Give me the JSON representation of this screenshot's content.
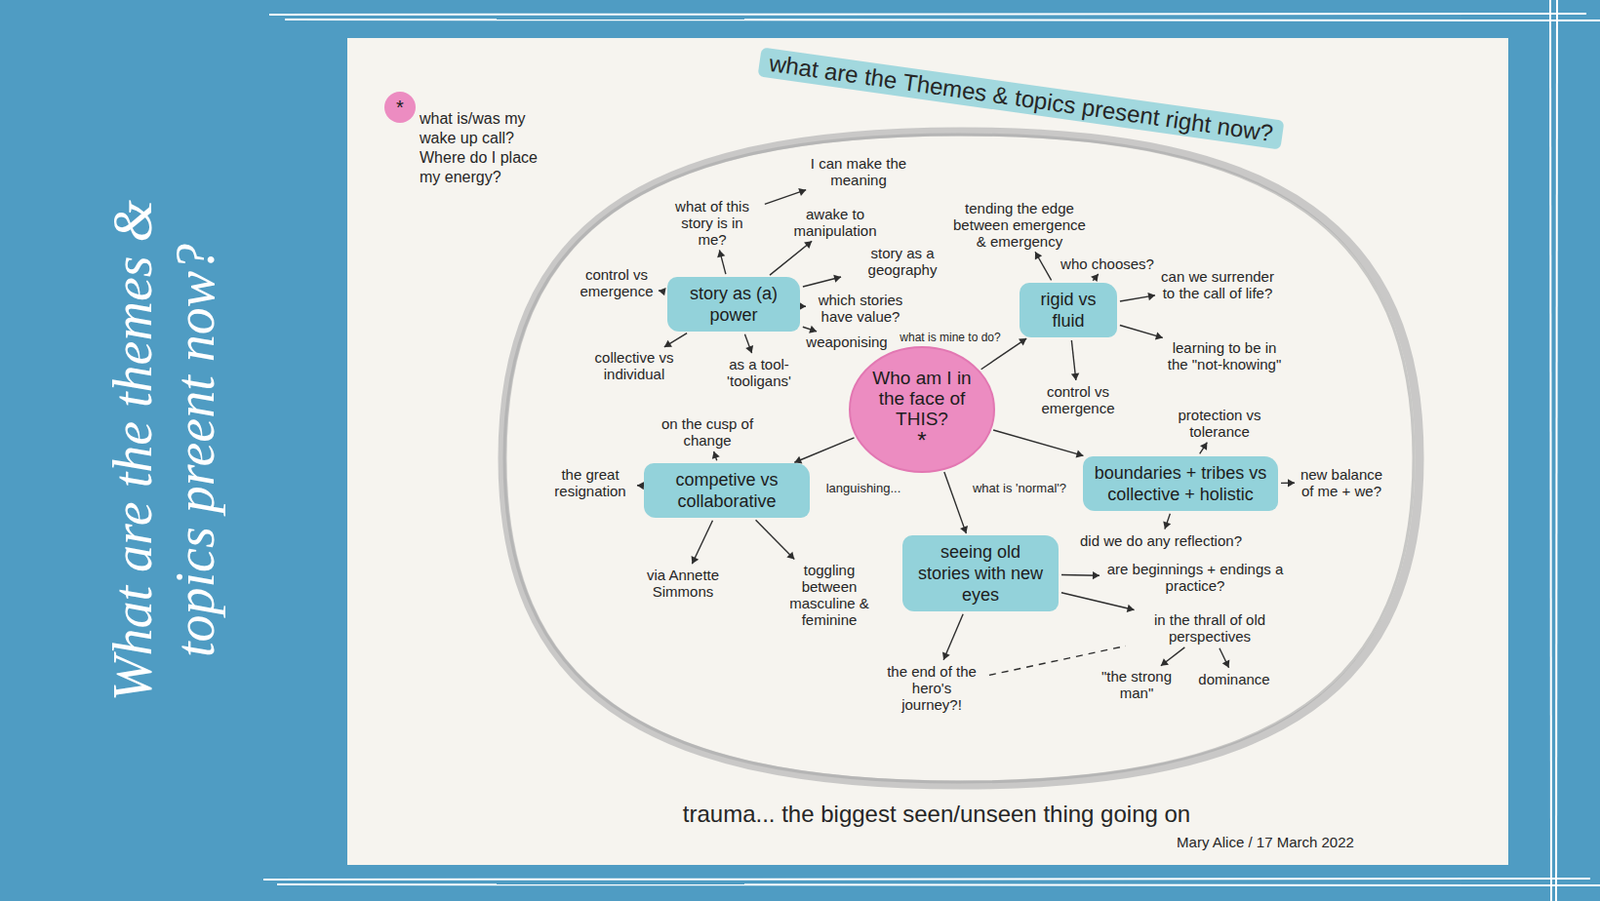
{
  "diagram": {
    "title": "What are the themes & topics preent now?",
    "nodes": [
      {
        "text": [
          "*"
        ]
      },
      {
        "text": [
          "Who am I in the face of THIS?",
          "*"
        ]
      },
      {
        "text": [
          "story as (a) power"
        ]
      },
      {
        "text": [
          "control vs emergence"
        ]
      },
      {
        "text": [
          "what of this story is in me?"
        ]
      },
      {
        "text": [
          "I can make the meaning"
        ]
      },
      {
        "text": [
          "awake to manipulation"
        ]
      },
      {
        "text": [
          "story as a geography"
        ]
      },
      {
        "text": [
          "which stories have value?"
        ]
      },
      {
        "text": [
          "weaponising"
        ]
      },
      {
        "text": [
          "collective vs individual"
        ]
      },
      {
        "text": [
          "as a tool- 'tooligans'"
        ]
      },
      {
        "text": [
          "rigid vs fluid"
        ]
      },
      {
        "text": [
          "tending the edge between emergence & emergency"
        ]
      },
      {
        "text": [
          "who chooses?"
        ]
      },
      {
        "text": [
          "can we surrender to the call of life?"
        ]
      },
      {
        "text": [
          "learning to be in the \"not-knowing\""
        ]
      },
      {
        "text": [
          "control vs emergence"
        ]
      },
      {
        "text": [
          "boundaries + tribes vs collective + holistic"
        ]
      },
      {
        "text": [
          "protection vs tolerance"
        ]
      },
      {
        "text": [
          "new balance of me + we?"
        ]
      },
      {
        "text": [
          "did we do any reflection?"
        ]
      },
      {
        "text": [
          "competive vs collaborative"
        ]
      },
      {
        "text": [
          "on the cusp of change"
        ]
      },
      {
        "text": [
          "the great resignation"
        ]
      },
      {
        "text": [
          "via Annette Simmons"
        ]
      },
      {
        "text": [
          "toggling between masculine & feminine"
        ]
      },
      {
        "text": [
          "seeing old stories with new eyes"
        ]
      },
      {
        "text": [
          "are beginnings + endings a practice?"
        ]
      },
      {
        "text": [
          "in the thrall of old perspectives"
        ]
      },
      {
        "text": [
          "\"the strong man\""
        ]
      },
      {
        "text": [
          "dominance"
        ]
      },
      {
        "text": [
          "the end of the hero's journey?!"
        ]
      }
    ],
    "edges": [
      {
        "from": 2,
        "to": 3,
        "arrow": "to"
      },
      {
        "from": 2,
        "to": 4,
        "arrow": "to"
      },
      {
        "from": 4,
        "to": 5,
        "arrow": "to"
      },
      {
        "from": 2,
        "to": 6,
        "arrow": "to"
      },
      {
        "from": 2,
        "to": 7,
        "arrow": "to"
      },
      {
        "from": 2,
        "to": 8,
        "arrow": "to"
      },
      {
        "from": 2,
        "to": 9,
        "arrow": "to"
      },
      {
        "from": 2,
        "to": 10,
        "arrow": "to"
      },
      {
        "from": 2,
        "to": 11,
        "arrow": "to"
      },
      {
        "from": 1,
        "to": 12,
        "arrow": "to"
      },
      {
        "from": 12,
        "to": 13,
        "arrow": "to"
      },
      {
        "from": 12,
        "to": 14,
        "arrow": "to"
      },
      {
        "from": 12,
        "to": 15,
        "arrow": "to"
      },
      {
        "from": 12,
        "to": 16,
        "arrow": "to"
      },
      {
        "from": 12,
        "to": 17,
        "arrow": "to"
      },
      {
        "from": 1,
        "to": 18,
        "arrow": "to"
      },
      {
        "from": 18,
        "to": 19,
        "arrow": "to"
      },
      {
        "from": 18,
        "to": 20,
        "arrow": "to"
      },
      {
        "from": 18,
        "to": 21,
        "arrow": "to"
      },
      {
        "from": 1,
        "to": 22,
        "arrow": "to"
      },
      {
        "from": 22,
        "to": 23,
        "arrow": "to"
      },
      {
        "from": 22,
        "to": 24,
        "arrow": "to"
      },
      {
        "from": 22,
        "to": 25,
        "arrow": "to"
      },
      {
        "from": 22,
        "to": 26,
        "arrow": "to"
      },
      {
        "from": 1,
        "to": 27,
        "arrow": "to"
      },
      {
        "from": 27,
        "to": 28,
        "arrow": "to"
      },
      {
        "from": 27,
        "to": 29,
        "arrow": "to"
      },
      {
        "from": 29,
        "to": 30,
        "arrow": "to"
      },
      {
        "from": 29,
        "to": 31,
        "arrow": "to"
      },
      {
        "from": 27,
        "to": 32,
        "arrow": "to"
      },
      {
        "from": 32,
        "to": 29,
        "arrow": "none"
      }
    ],
    "labels": [
      "what is mine to do?",
      "languishing...",
      "what is 'normal'?",
      "what is/was my wake up call? Where do I place my energy?",
      "what are the Themes & topics present right now?",
      "trauma... the biggest seen/unseen thing going on",
      "Mary Alice / 17 March 2022"
    ]
  }
}
